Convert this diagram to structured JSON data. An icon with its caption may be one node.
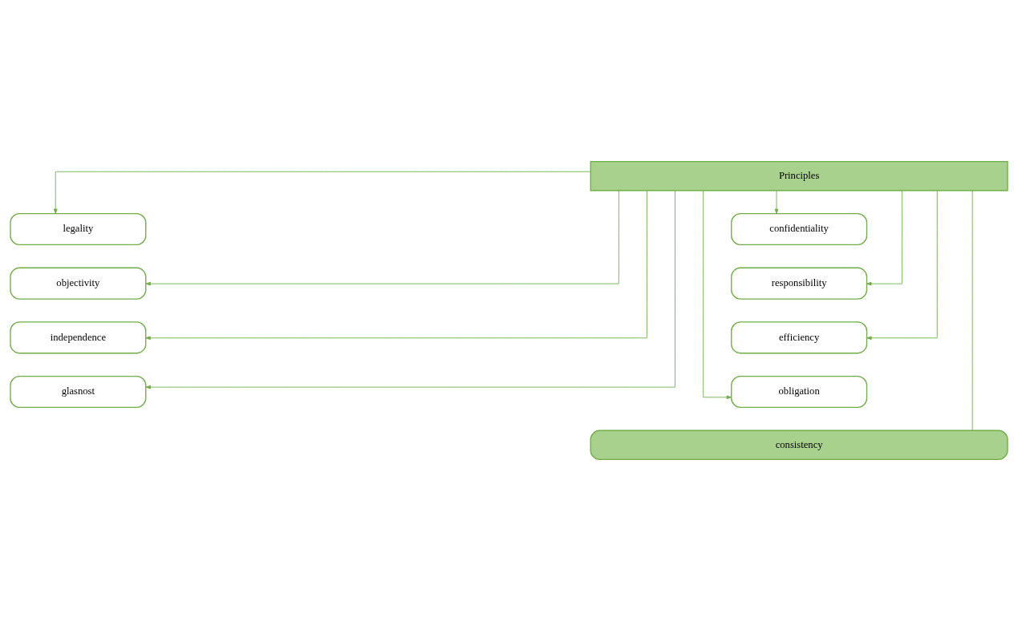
{
  "diagram": {
    "nodes": [
      {
        "text": [
          "Principles"
        ]
      },
      {
        "text": [
          "legality"
        ]
      },
      {
        "text": [
          "objectivity"
        ]
      },
      {
        "text": [
          "independence"
        ]
      },
      {
        "text": [
          "glasnost"
        ]
      },
      {
        "text": [
          "confidentiality"
        ]
      },
      {
        "text": [
          "responsibility"
        ]
      },
      {
        "text": [
          "efficiency"
        ]
      },
      {
        "text": [
          "obligation"
        ]
      },
      {
        "text": [
          "consistency"
        ]
      }
    ],
    "edges": [
      {
        "from": 0,
        "to": 1,
        "arrow": "to"
      },
      {
        "from": 0,
        "to": 2,
        "arrow": "to"
      },
      {
        "from": 0,
        "to": 3,
        "arrow": "to"
      },
      {
        "from": 0,
        "to": 4,
        "arrow": "to"
      },
      {
        "from": 0,
        "to": 5,
        "arrow": "to"
      },
      {
        "from": 0,
        "to": 6,
        "arrow": "to"
      },
      {
        "from": 0,
        "to": 7,
        "arrow": "to"
      },
      {
        "from": 0,
        "to": 8,
        "arrow": "to"
      },
      {
        "from": 0,
        "to": 9,
        "arrow": "none"
      }
    ]
  }
}
